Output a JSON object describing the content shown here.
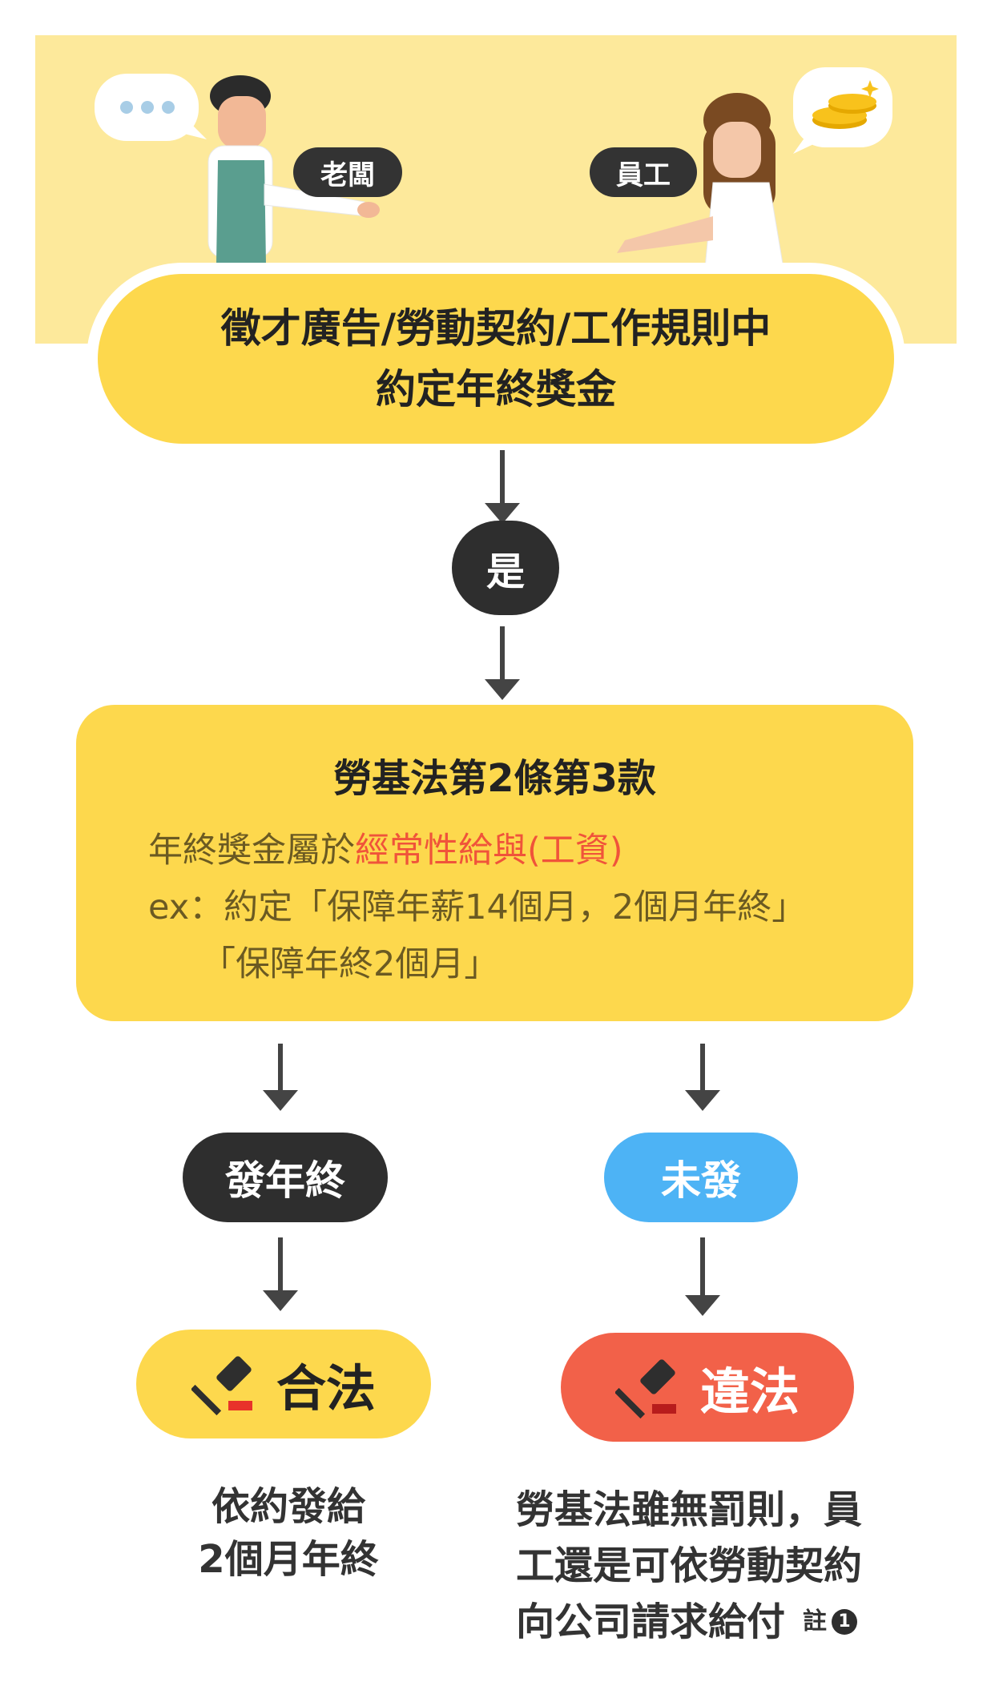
{
  "top": {
    "boss_label": "老闆",
    "employee_label": "員工",
    "condition_line1": "徵才廣告/勞動契約/工作規則中",
    "condition_line2": "約定年終獎金"
  },
  "yes_label": "是",
  "law": {
    "title": "勞基法第2條第3款",
    "line1_plain": "年終獎金屬於",
    "line1_highlight": "經常性給與(工資)",
    "line2": "ex：約定「保障年薪14個月，2個月年終」",
    "line3": "「保障年終2個月」"
  },
  "branches": {
    "left": {
      "pill": "發年終",
      "result": "合法",
      "desc_line1": "依約發給",
      "desc_line2": "2個月年終"
    },
    "right": {
      "pill": "未發",
      "result": "違法",
      "desc_line1": "勞基法雖無罰則，員",
      "desc_line2": "工還是可依勞動契約",
      "desc_line3": "向公司請求給付",
      "note_label": "註",
      "note_number": "1"
    }
  },
  "colors": {
    "banner": "#fde99b",
    "yellow": "#fdd84d",
    "dark": "#2e2e2e",
    "blue": "#4db3f5",
    "red": "#f26149",
    "highlight_red": "#f0533a"
  },
  "icons": [
    "chat-bubble-icon",
    "coins-icon",
    "gavel-icon",
    "boss-figure",
    "employee-figure"
  ]
}
